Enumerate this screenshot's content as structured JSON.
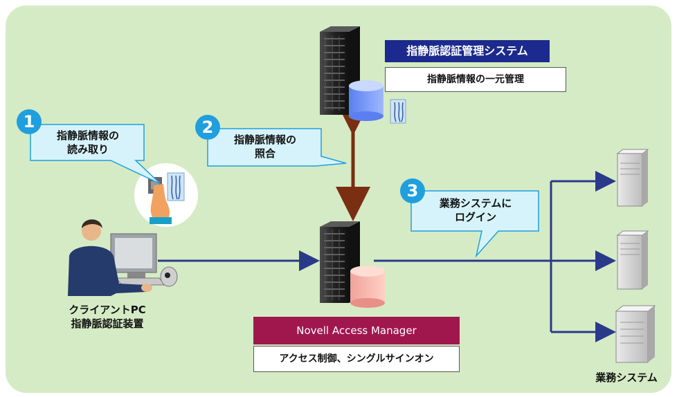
{
  "vein_system": {
    "title": "指静脈認証管理システム",
    "subtitle": "指静脈情報の一元管理"
  },
  "access_manager": {
    "title": "Novell Access Manager",
    "subtitle": "アクセス制御、シングルサインオン"
  },
  "steps": [
    {
      "number": "1",
      "line1": "指静脈情報の",
      "line2": "読み取り"
    },
    {
      "number": "2",
      "line1": "指静脈情報の",
      "line2": "照合"
    },
    {
      "number": "3",
      "line1": "業務システムに",
      "line2": "ログイン"
    }
  ],
  "client": {
    "line1": "クライアントPC",
    "line2": "指静脈認証装置"
  },
  "business_label": "業務システム",
  "colors": {
    "panel": "#d5ebc5",
    "callout": "#d6f3fb",
    "number_circle": "#1f9fde",
    "vein_header": "#1b2a8c",
    "access_header": "#a0174e",
    "flow_line": "#2a3a8a",
    "verify_arrow": "#7a2e12"
  }
}
